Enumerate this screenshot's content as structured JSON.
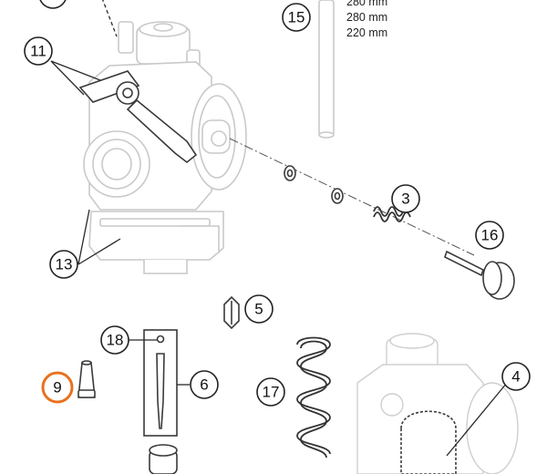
{
  "callouts": {
    "c11": "11",
    "c13": "13",
    "c15": "15",
    "c3": "3",
    "c16": "16",
    "c5": "5",
    "c18": "18",
    "c6": "6",
    "c9": "9",
    "c17": "17",
    "c4": "4"
  },
  "needle_lengths": [
    "280 mm",
    "280 mm",
    "220 mm"
  ],
  "colors": {
    "highlight": "#e8711e",
    "line": "#222222",
    "part_outline": "#c9c9c9"
  }
}
